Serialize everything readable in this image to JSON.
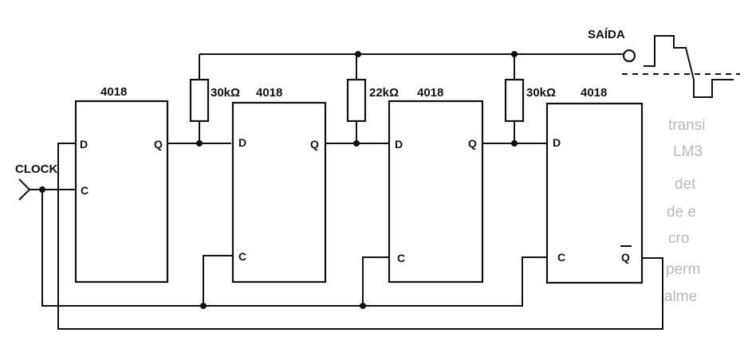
{
  "diagram": {
    "output_label": "SAÍDA",
    "clock_label": "CLOCK",
    "chips": [
      {
        "name": "4018",
        "pins": {
          "d": "D",
          "c": "C",
          "q": "Q"
        }
      },
      {
        "name": "4018",
        "pins": {
          "d": "D",
          "c": "C",
          "q": "Q"
        }
      },
      {
        "name": "4018",
        "pins": {
          "d": "D",
          "c": "C",
          "q": "Q"
        }
      },
      {
        "name": "4018",
        "pins": {
          "d": "D",
          "c": "C",
          "qbar": "Q"
        }
      }
    ],
    "resistors": [
      {
        "value": "30kΩ"
      },
      {
        "value": "22kΩ"
      },
      {
        "value": "30kΩ"
      }
    ]
  },
  "bleed_text": [
    "transi",
    "LM3",
    "det",
    "de e",
    "cro",
    "perm",
    "alme"
  ]
}
